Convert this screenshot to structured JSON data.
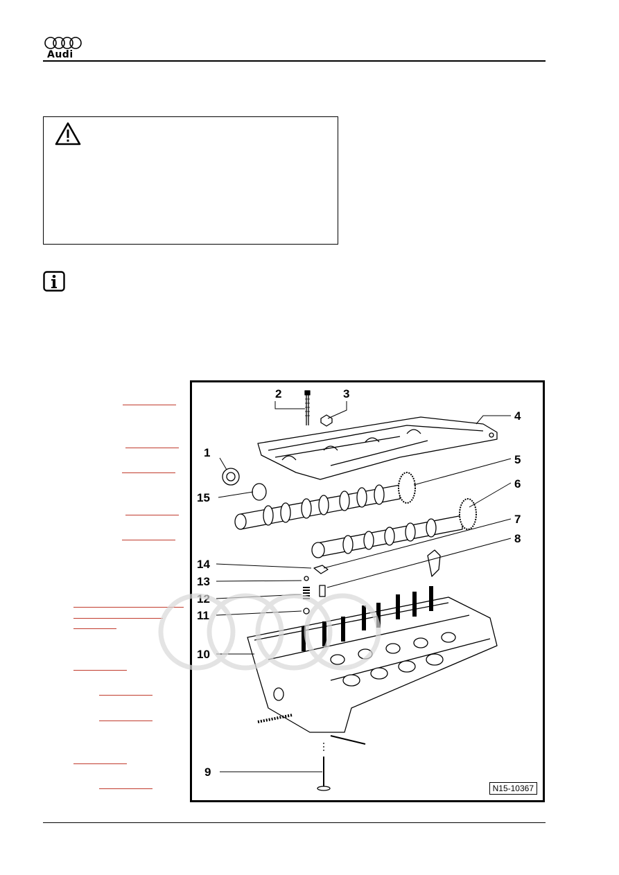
{
  "header": {
    "brand": "Audi"
  },
  "figure": {
    "id_label": "N15-10367",
    "callouts": [
      "1",
      "2",
      "3",
      "4",
      "5",
      "6",
      "7",
      "8",
      "9",
      "10",
      "11",
      "12",
      "13",
      "14",
      "15"
    ]
  },
  "colors": {
    "link_red": "#c0392b",
    "rule": "#000000"
  },
  "icons": {
    "warning": "warning-triangle-icon",
    "info": "info-icon"
  }
}
